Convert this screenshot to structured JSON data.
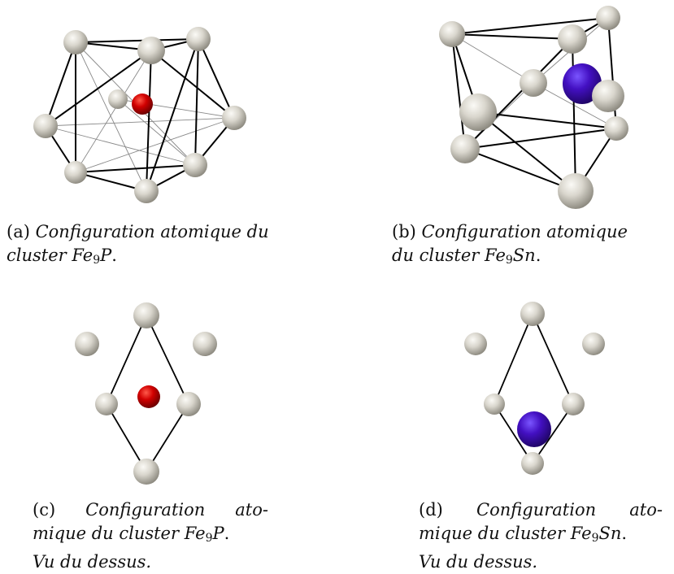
{
  "figure": {
    "panels": [
      {
        "id": "a",
        "label": "(a)",
        "caption_line1": "Configuration atomique du",
        "caption_line2_prefix": "cluster",
        "formula": {
          "base": "Fe",
          "sub": "9",
          "elem": "P"
        },
        "end": ".",
        "impurity_color": "#cc0000"
      },
      {
        "id": "b",
        "label": "(b)",
        "caption_line1": "Configuration atomique",
        "caption_line2_prefix": "du cluster",
        "formula": {
          "base": "Fe",
          "sub": "9",
          "elem": "Sn"
        },
        "end": ".",
        "impurity_color": "#4a12c8"
      },
      {
        "id": "c",
        "label": "(c)",
        "caption_line1_word1": "Configuration",
        "caption_line1_word2": "ato-",
        "caption_line2_prefix": "mique du cluster",
        "formula": {
          "base": "Fe",
          "sub": "9",
          "elem": "P"
        },
        "end": ".",
        "caption_line3": "Vu du dessus.",
        "impurity_color": "#cc0000"
      },
      {
        "id": "d",
        "label": "(d)",
        "caption_line1_word1": "Configuration",
        "caption_line1_word2": "ato-",
        "caption_line2_prefix": "mique du cluster",
        "formula": {
          "base": "Fe",
          "sub": "9",
          "elem": "Sn"
        },
        "end": ".",
        "caption_line3": "Vu du dessus.",
        "impurity_color": "#4a12c8"
      }
    ],
    "atom_color": "#d8d5cc"
  }
}
